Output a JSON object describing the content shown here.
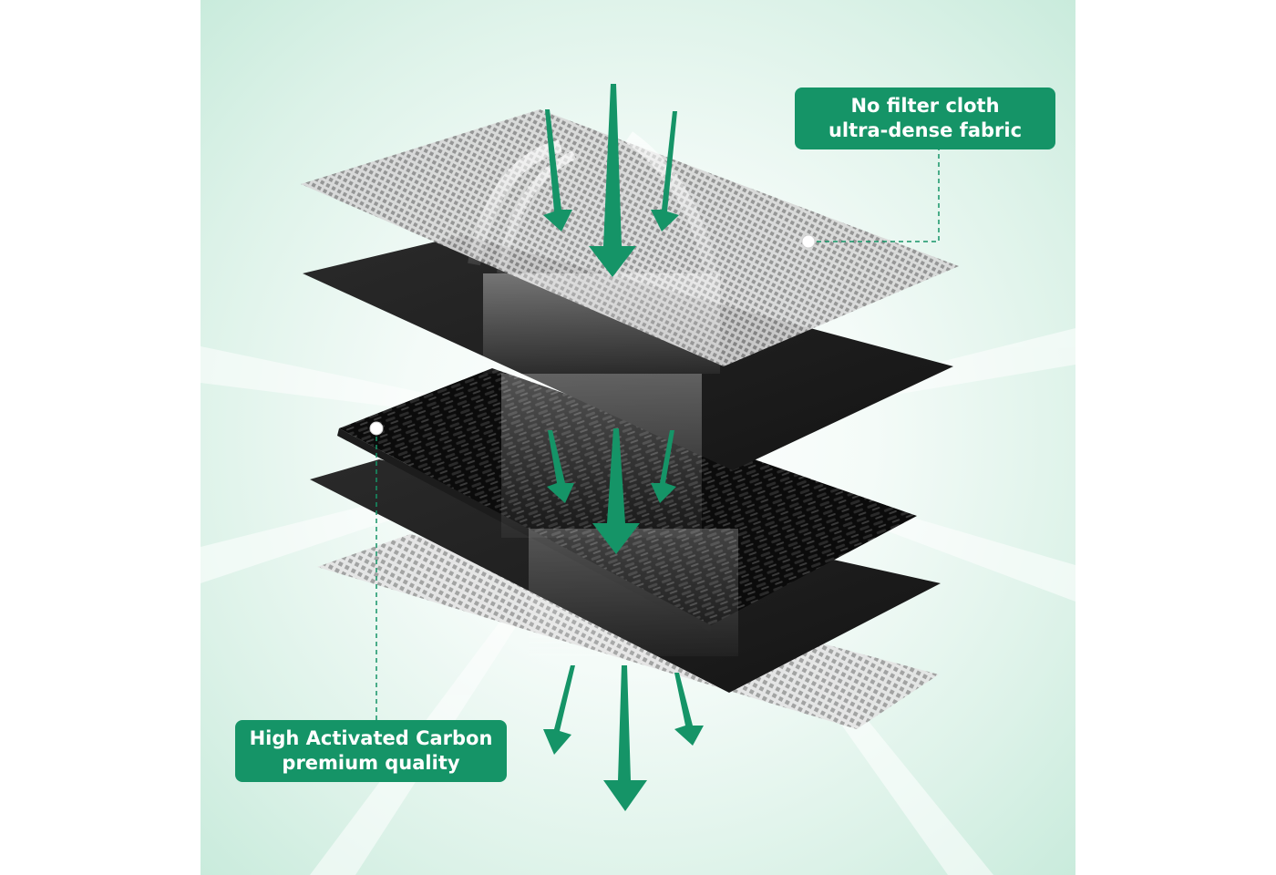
{
  "callouts": {
    "top": {
      "line1": "No filter cloth",
      "line2": "ultra-dense fabric"
    },
    "bottom": {
      "line1": "High Activated Carbon",
      "line2": "premium quality"
    }
  },
  "colors": {
    "accent_green": "#159467",
    "background_mint": "#cdeedf",
    "mesh_light": "#c9c9c9",
    "sheet_black": "#1c1c1c",
    "carbon_black": "#0d0d0d"
  },
  "layers": [
    {
      "name": "top mesh layer",
      "material": "mesh"
    },
    {
      "name": "upper black filter sheet",
      "material": "fabric"
    },
    {
      "name": "activated carbon pellet layer",
      "material": "carbon"
    },
    {
      "name": "lower black filter sheet",
      "material": "fabric"
    },
    {
      "name": "bottom mesh layer",
      "material": "mesh"
    }
  ],
  "icons": [
    "down-arrow-icon",
    "leader-dot-icon"
  ]
}
